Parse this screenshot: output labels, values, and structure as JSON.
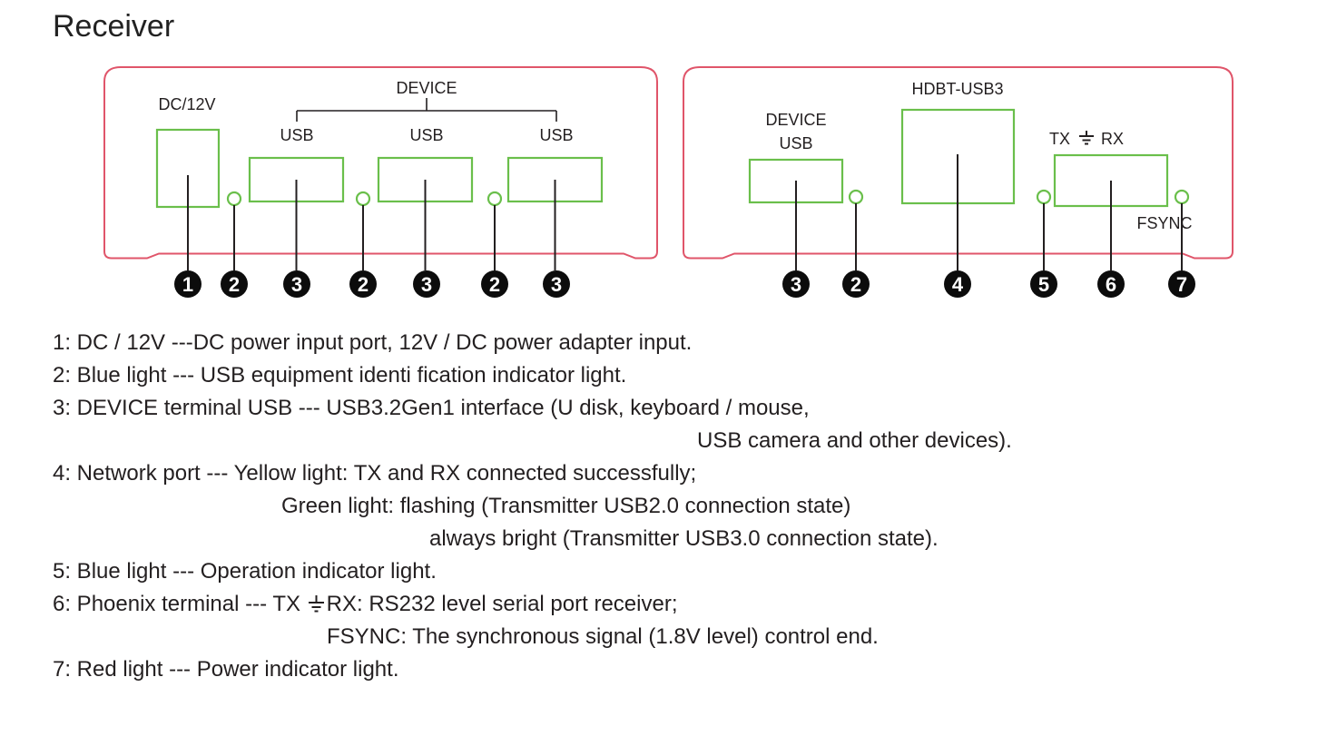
{
  "title": "Receiver",
  "colors": {
    "panel_outline": "#e0556a",
    "port_green": "#6abf4b",
    "callout_black": "#0c0c0c",
    "text": "#231f20"
  },
  "diagram": {
    "left_panel": {
      "dc_label": "DC/12V",
      "device_label": "DEVICE",
      "usb_labels": [
        "USB",
        "USB",
        "USB"
      ],
      "callouts": [
        "1",
        "2",
        "3",
        "2",
        "3",
        "2",
        "3"
      ]
    },
    "right_panel": {
      "device_label_line1": "DEVICE",
      "device_label_line2": "USB",
      "hdbt_label": "HDBT-USB3",
      "tx_label": "TX",
      "rx_label": "RX",
      "fsync_label": "FSYNC",
      "callouts": [
        "3",
        "2",
        "4",
        "5",
        "6",
        "7"
      ]
    }
  },
  "legend": {
    "lines": [
      {
        "text": "1: DC / 12V ---DC power input port, 12V / DC power adapter input."
      },
      {
        "text": "2: Blue light --- USB equipment identi fication indicator light."
      },
      {
        "text": "3: DEVICE terminal USB --- USB3.2Gen1 interface (U disk, keyboard / mouse,"
      },
      {
        "text": "USB camera and other devices)."
      },
      {
        "text": "4: Network port --- Yellow light: TX and RX connected successfully;"
      },
      {
        "text": "Green light: flashing (Transmitter USB2.0 connection state)"
      },
      {
        "text": "always bright (Transmitter USB3.0 connection state)."
      },
      {
        "text": "5: Blue light --- Operation indicator light."
      },
      {
        "pre": "6: Phoenix terminal --- TX ",
        "post": "RX: RS232 level serial port receiver;"
      },
      {
        "text": "FSYNC: The synchronous signal (1.8V level) control end."
      },
      {
        "text": "7: Red light --- Power indicator light."
      }
    ]
  }
}
